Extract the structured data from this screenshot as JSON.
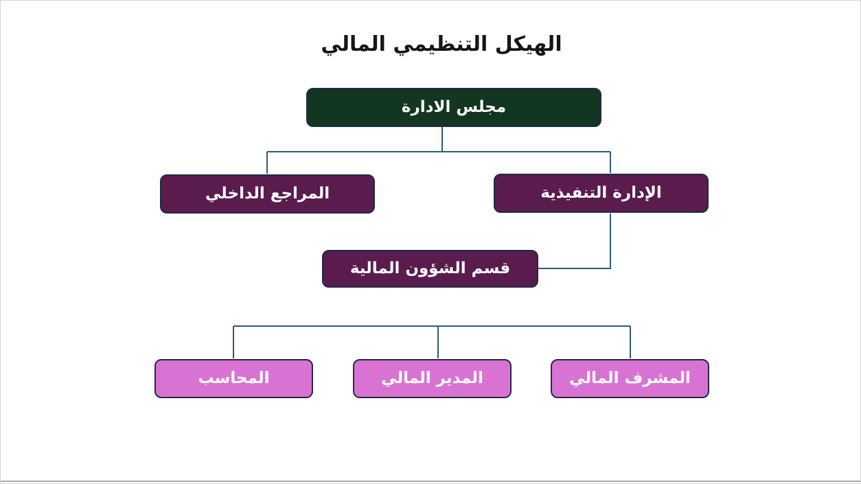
{
  "slide": {
    "title": "الهيكل التنظيمي المالي"
  },
  "org_chart": {
    "type": "organization-chart",
    "nodes": {
      "board": {
        "label": "مجلس الادارة",
        "level": 1
      },
      "internal_auditor": {
        "label": "المراجع الداخلي",
        "level": 2
      },
      "executive_management": {
        "label": "الإدارة التنفيذية",
        "level": 2
      },
      "financial_affairs": {
        "label": "قسم الشؤون المالية",
        "level": 3
      },
      "accountant": {
        "label": "المحاسب",
        "level": 4
      },
      "financial_manager": {
        "label": "المدير المالي",
        "level": 4
      },
      "financial_supervisor": {
        "label": "المشرف المالي",
        "level": 4
      }
    },
    "edges": [
      {
        "from": "board",
        "to": "internal_auditor"
      },
      {
        "from": "board",
        "to": "executive_management"
      },
      {
        "from": "executive_management",
        "to": "financial_affairs"
      },
      {
        "from": "financial_affairs",
        "to": "accountant"
      },
      {
        "from": "financial_affairs",
        "to": "financial_manager"
      },
      {
        "from": "financial_affairs",
        "to": "financial_supervisor"
      }
    ]
  },
  "colors": {
    "board_fill": "#123620",
    "dark_purple_fill": "#5a1b4d",
    "pink_fill": "#d873d3",
    "node_border": "#212a47",
    "node_text": "#ffffff",
    "connector": "#285d73",
    "title_text": "#161616"
  }
}
